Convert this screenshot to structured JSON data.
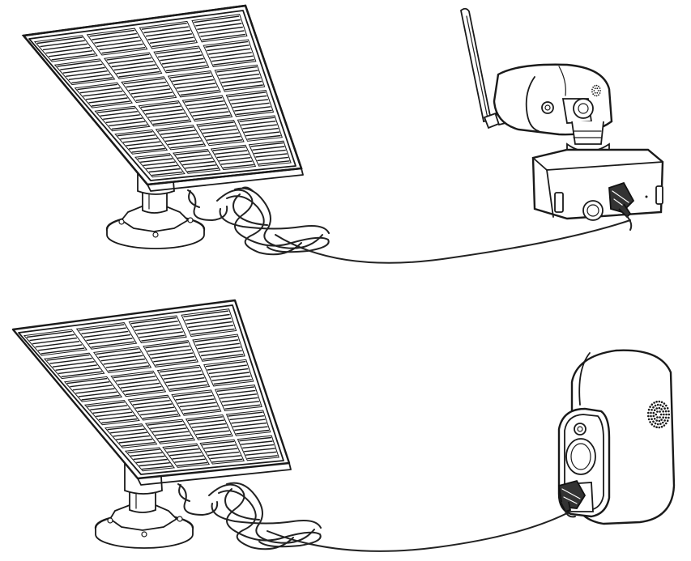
{
  "colors": {
    "background": "#ffffff",
    "line_art": "#1a1a1a",
    "cable": "#222222"
  },
  "icons": {
    "panel": "solar-panel-icon",
    "camera_antenna": "wifi-camera-icon",
    "camera_battery": "battery-camera-icon"
  },
  "panel_grid": {
    "rows": 6,
    "columns": 4,
    "stripes_per_cell": 6
  }
}
